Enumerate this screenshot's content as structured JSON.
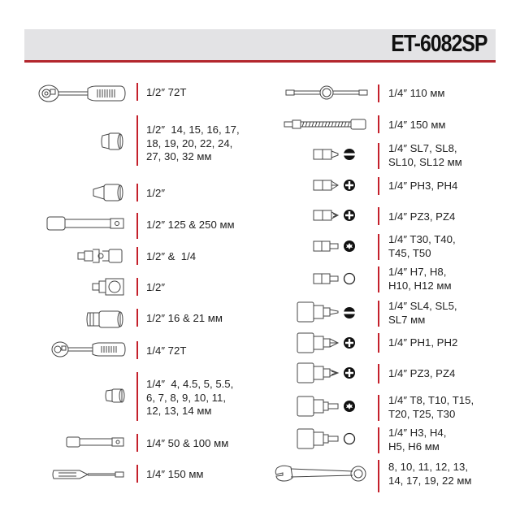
{
  "header": {
    "model": "ET-6082SP",
    "accent_color": "#b3262d",
    "background_color": "#e3e3e5"
  },
  "left_column": [
    {
      "icon": "ratchet-icon",
      "text": "1/2″ 72T"
    },
    {
      "icon": "socket-icon",
      "text": "1/2″  14, 15, 16, 17,\n18, 19, 20, 22, 24,\n27, 30, 32 мм"
    },
    {
      "icon": "spark-plug-socket-icon",
      "text": "1/2″"
    },
    {
      "icon": "extension-bar-icon",
      "text": "1/2″ 125 & 250 мм"
    },
    {
      "icon": "universal-joint-icon",
      "text": "1/2″ &  1/4"
    },
    {
      "icon": "adapter-icon",
      "text": "1/2″"
    },
    {
      "icon": "deep-socket-icon",
      "text": "1/2″ 16 & 21 мм"
    },
    {
      "icon": "ratchet-icon",
      "text": "1/4″ 72T"
    },
    {
      "icon": "socket-icon",
      "text": "1/4″  4, 4.5, 5, 5.5,\n6, 7, 8, 9, 10, 11,\n12, 13, 14 мм"
    },
    {
      "icon": "extension-bar-icon",
      "text": "1/4″ 50 & 100 мм"
    },
    {
      "icon": "screwdriver-handle-icon",
      "text": "1/4″ 150 мм"
    }
  ],
  "right_column": [
    {
      "icon": "t-bar-icon",
      "text": "1/4″ 110 мм"
    },
    {
      "icon": "flexible-extension-icon",
      "text": "1/4″ 150 мм"
    },
    {
      "icon": "slotted-bit-icon",
      "tip": "slotted-tip-icon",
      "text": "1/4″ SL7, SL8,\nSL10, SL12 мм"
    },
    {
      "icon": "phillips-bit-icon",
      "tip": "phillips-tip-icon",
      "text": "1/4″ PH3, PH4"
    },
    {
      "icon": "pozidriv-bit-icon",
      "tip": "pozidriv-tip-icon",
      "text": "1/4″ PZ3, PZ4"
    },
    {
      "icon": "torx-bit-icon",
      "tip": "torx-tip-icon",
      "text": "1/4″ T30, T40,\nT45, T50"
    },
    {
      "icon": "hex-bit-icon",
      "tip": "hex-tip-icon",
      "text": "1/4″ H7, H8,\nH10, H12 мм"
    },
    {
      "icon": "slotted-bit-socket-icon",
      "tip": "slotted-tip-icon",
      "text": "1/4″ SL4, SL5,\nSL7 мм"
    },
    {
      "icon": "phillips-bit-socket-icon",
      "tip": "phillips-tip-icon",
      "text": "1/4″ PH1, PH2"
    },
    {
      "icon": "pozidriv-bit-socket-icon",
      "tip": "pozidriv-tip-icon",
      "text": "1/4″ PZ3, PZ4"
    },
    {
      "icon": "torx-bit-socket-icon",
      "tip": "torx-tip-icon",
      "text": "1/4″ T8, T10, T15,\nT20, T25, T30"
    },
    {
      "icon": "hex-bit-socket-icon",
      "tip": "hex-tip-icon",
      "text": "1/4″ H3, H4,\nH5, H6 мм"
    },
    {
      "icon": "combination-wrench-icon",
      "text": "8, 10, 11, 12, 13,\n14, 17, 19, 22 мм"
    }
  ]
}
